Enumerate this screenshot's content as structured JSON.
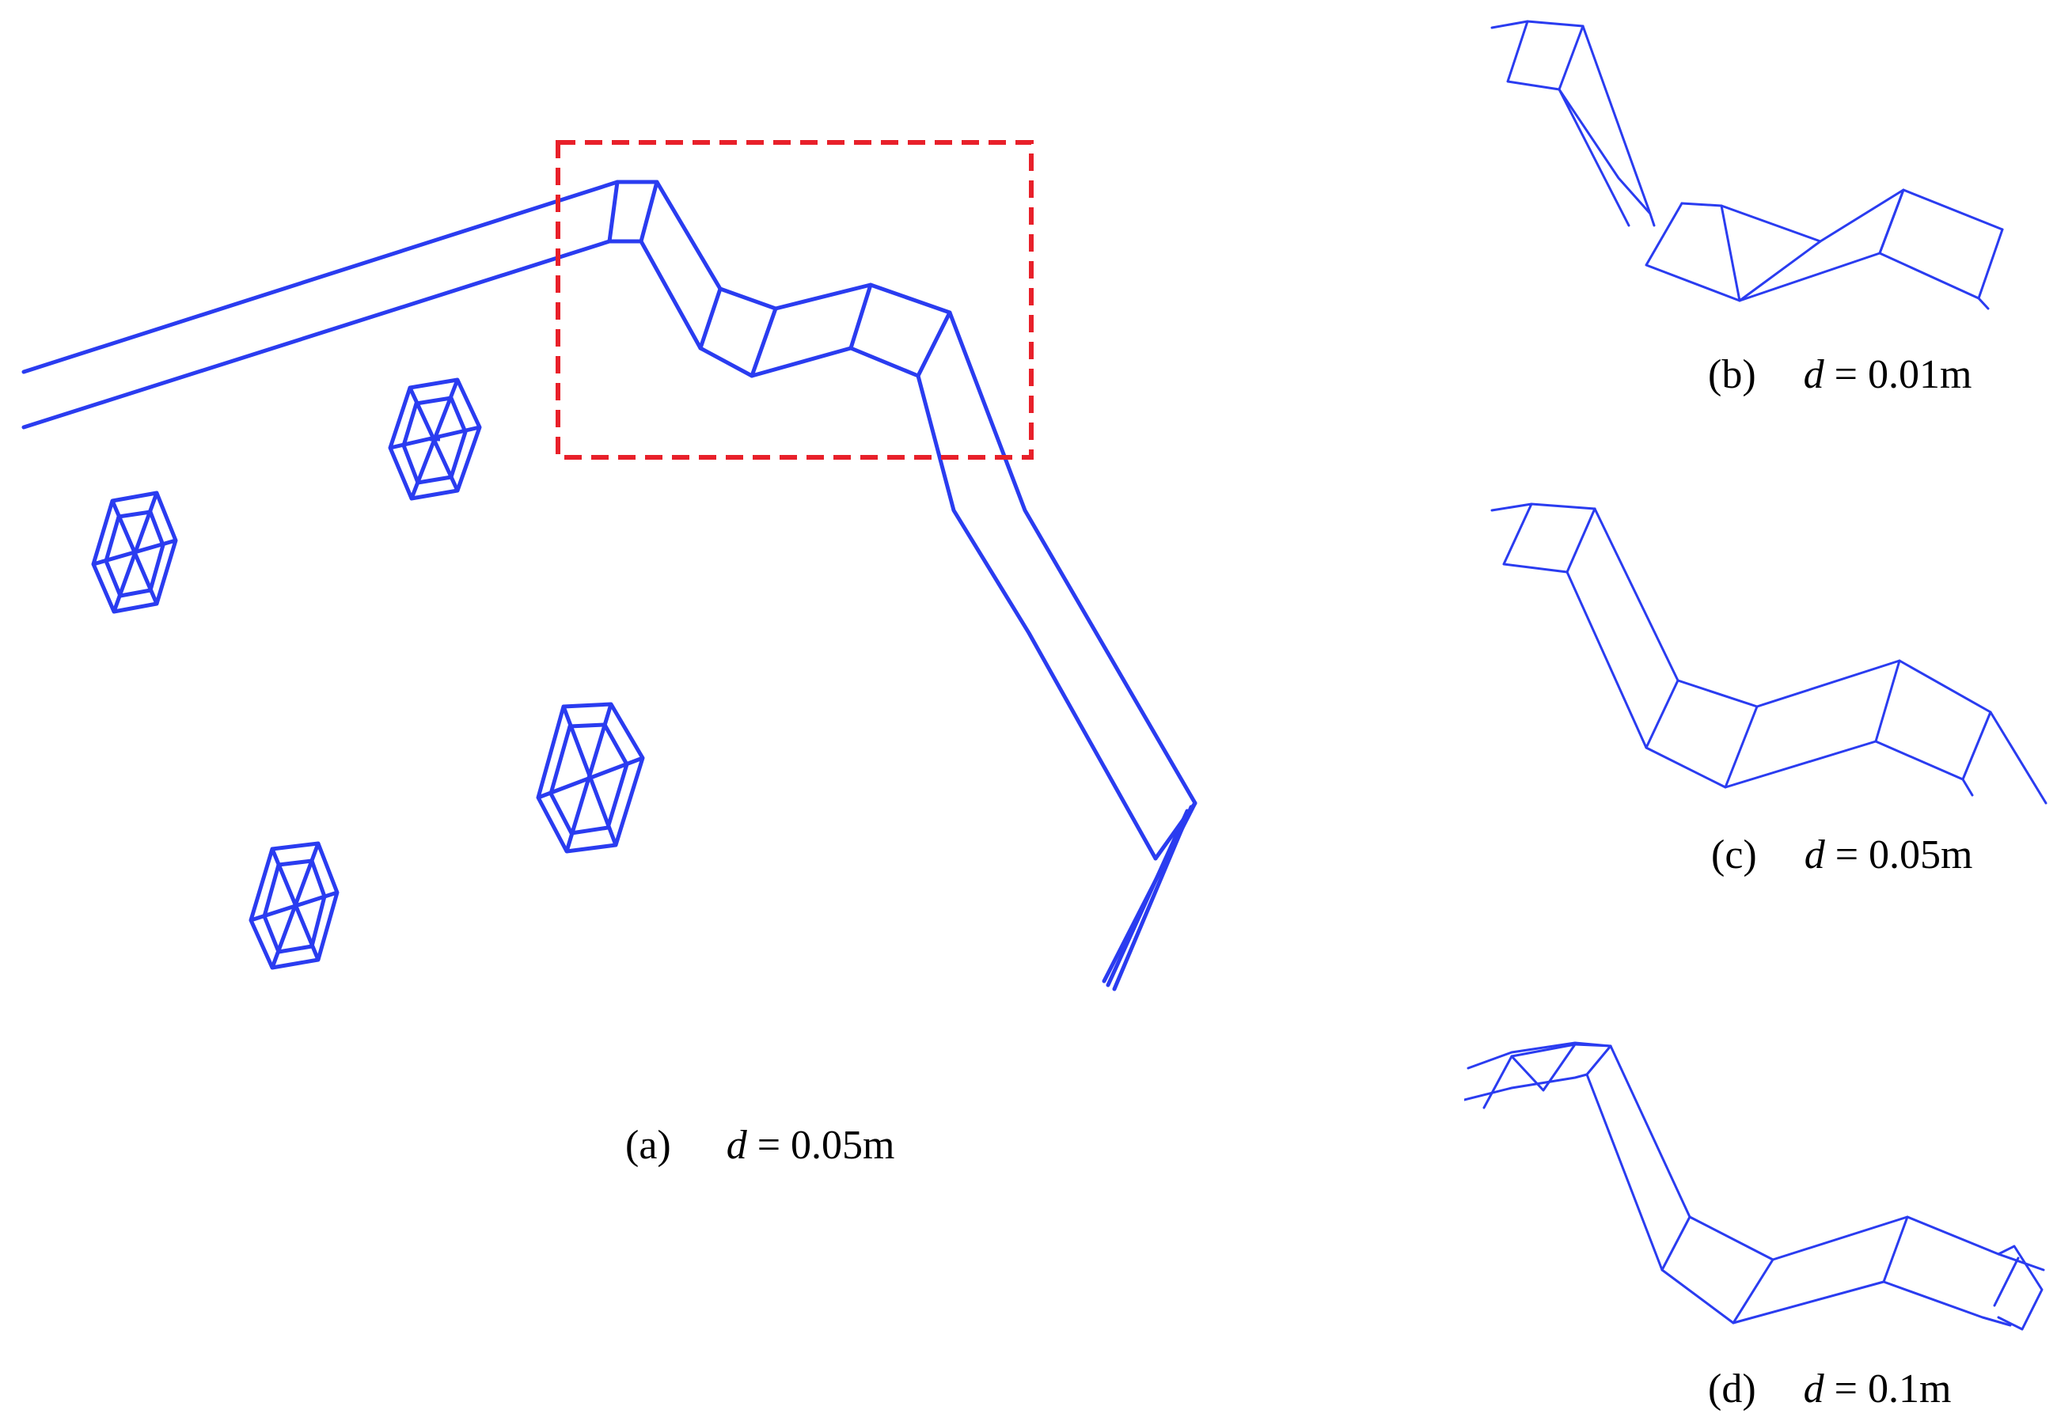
{
  "colors": {
    "wire": "#2a3cf0",
    "highlight_box": "#e8202a",
    "background": "#ffffff"
  },
  "panels": [
    {
      "id": "a",
      "label": "(a)",
      "variable": "d",
      "equals": "=",
      "value": "0.05m"
    },
    {
      "id": "b",
      "label": "(b)",
      "variable": "d",
      "equals": "=",
      "value": "0.01m"
    },
    {
      "id": "c",
      "label": "(c)",
      "variable": "d",
      "equals": "=",
      "value": "0.05m"
    },
    {
      "id": "d",
      "label": "(d)",
      "variable": "d",
      "equals": "=",
      "value": "0.1m"
    }
  ]
}
